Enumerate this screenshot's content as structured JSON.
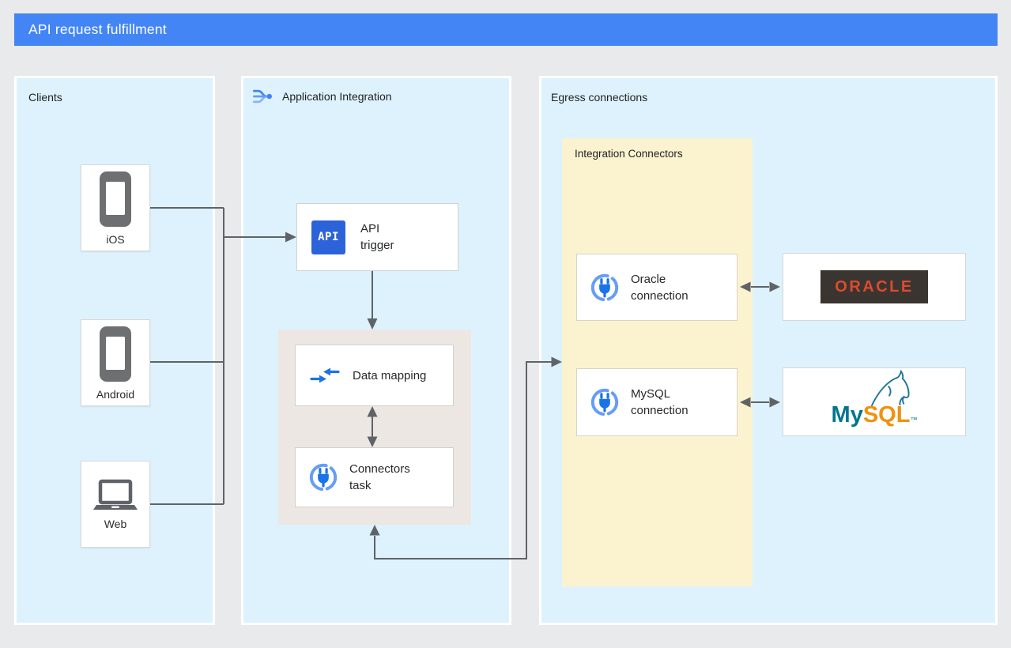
{
  "header": {
    "title": "API request fulfillment"
  },
  "clients_panel": {
    "label": "Clients",
    "items": [
      {
        "label": "iOS",
        "icon": "smartphone-icon"
      },
      {
        "label": "Android",
        "icon": "smartphone-icon"
      },
      {
        "label": "Web",
        "icon": "laptop-icon"
      }
    ]
  },
  "app_integration_panel": {
    "label": "Application Integration",
    "icon": "application-integration-icon",
    "api_trigger": {
      "label": "API trigger",
      "badge_text": "API",
      "icon": "api-badge-icon"
    },
    "data_mapping": {
      "label": "Data mapping",
      "icon": "data-mapping-arrows-icon"
    },
    "connectors_task": {
      "label": "Connectors task",
      "icon": "plug-in-circle-icon"
    }
  },
  "egress_panel": {
    "label": "Egress connections",
    "integration_connectors": {
      "label": "Integration Connectors",
      "connections": [
        {
          "label": "Oracle connection",
          "icon": "plug-in-circle-icon"
        },
        {
          "label": "MySQL connection",
          "icon": "plug-in-circle-icon"
        }
      ]
    },
    "targets": [
      {
        "name": "oracle",
        "logo_text": "ORACLE",
        "icon": "oracle-wordmark"
      },
      {
        "name": "mysql",
        "logo_prefix": "My",
        "logo_suffix": "SQL",
        "trademark": "™",
        "icon": "mysql-dolphin-wordmark"
      }
    ]
  },
  "colors": {
    "header_bg": "#4385f4",
    "panel_bg": "#ddf2fc",
    "canvas_bg": "#e9eaeb",
    "subprocess_bg": "#ece7e3",
    "connectors_group_bg": "#fbf2d0",
    "connector_line": "#5f6368",
    "api_badge_bg": "#2d63d8",
    "google_blue": "#4285f4",
    "oracle_red": "#dd4b2d",
    "oracle_logo_bg": "#3a3531",
    "mysql_teal": "#00758f",
    "mysql_orange": "#ef9210"
  }
}
